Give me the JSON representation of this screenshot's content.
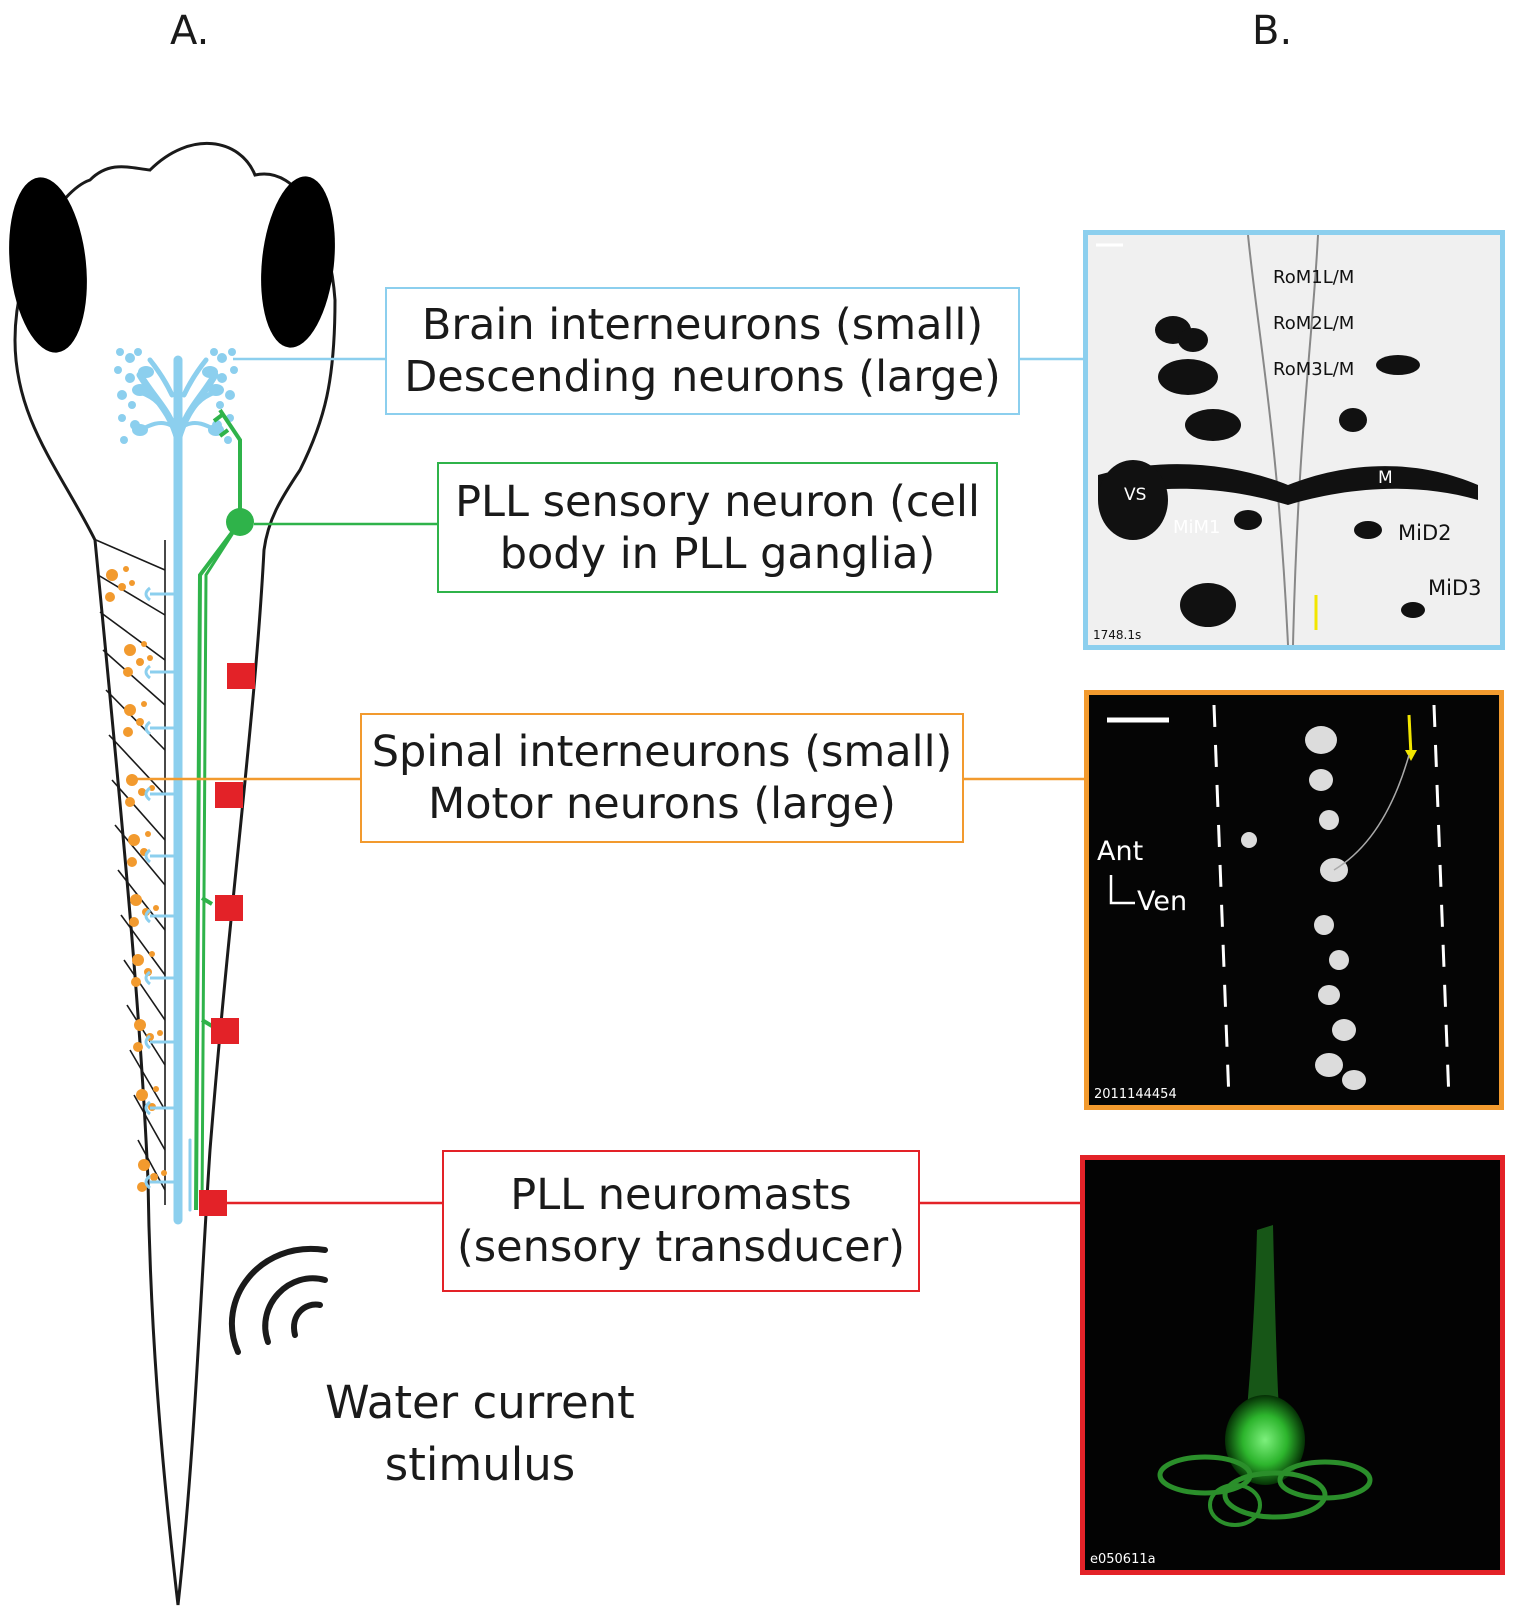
{
  "panels": {
    "a": "A.",
    "b": "B."
  },
  "colors": {
    "brain": "#8ccfee",
    "sensory": "#2fb34a",
    "spinal": "#f29a2e",
    "neuromast": "#e32228",
    "fish_eye": "#000000"
  },
  "labels": {
    "brain": {
      "line1": "Brain interneurons (small)",
      "line2": "Descending neurons (large)"
    },
    "sensory": {
      "line1": "PLL sensory neuron (cell",
      "line2": "body in PLL ganglia)"
    },
    "spinal": {
      "line1": "Spinal interneurons (small)",
      "line2": "Motor neurons (large)"
    },
    "neuromast": {
      "line1": "PLL neuromasts",
      "line2": "(sensory transducer)"
    }
  },
  "stimulus": {
    "line1": "Water current",
    "line2": "stimulus",
    "icon": "water-wave-icon"
  },
  "micrographs": {
    "brain": {
      "image_id": "1748.1s",
      "cell_labels": [
        "RoM1L/M",
        "RoM2L/M",
        "RoM3L/M",
        "M",
        "VS",
        "MiM1",
        "MiD2",
        "MiD3"
      ]
    },
    "spinal": {
      "image_id": "2011144454",
      "axis_anterior": "Ant",
      "axis_ventral": "Ven"
    },
    "neuromast": {
      "image_id": "e050611a"
    }
  }
}
